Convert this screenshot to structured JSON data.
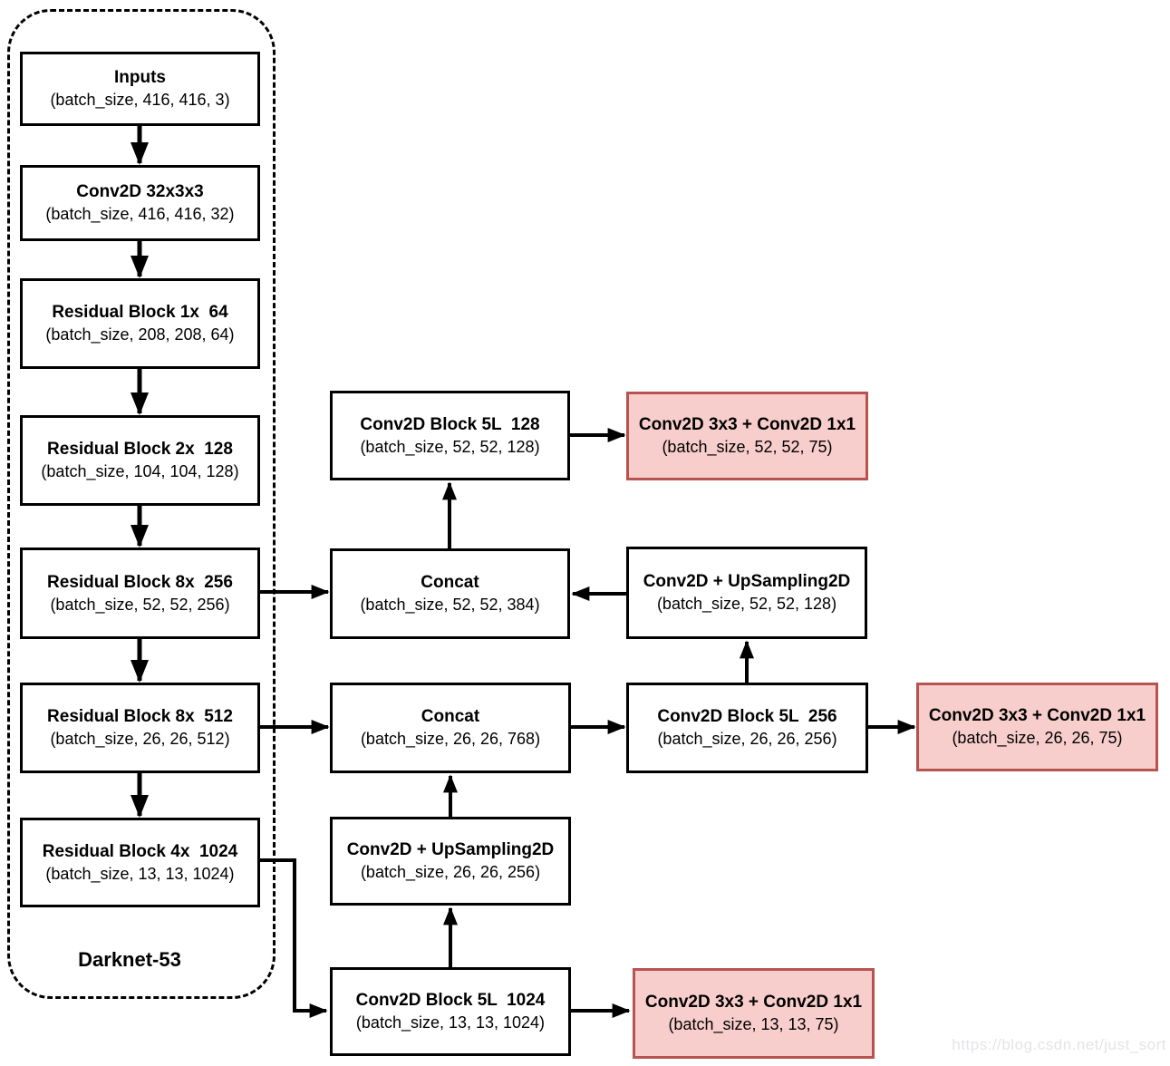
{
  "diagram": {
    "container_label": "Darknet-53",
    "watermark": "https://blog.csdn.net/just_sort",
    "colors": {
      "node_fill": "#ffffff",
      "node_border": "#000000",
      "head_fill": "#f8cecc",
      "head_border": "#b85450",
      "wire": "#000000"
    },
    "nodes": {
      "inputs": {
        "title": "Inputs",
        "shape": "(batch_size, 416, 416, 3)"
      },
      "conv32": {
        "title": "Conv2D 32x3x3",
        "shape": "(batch_size, 416, 416, 32)"
      },
      "res64": {
        "title": "Residual Block 1x  64",
        "shape": "(batch_size, 208, 208, 64)"
      },
      "res128": {
        "title": "Residual Block 2x  128",
        "shape": "(batch_size, 104, 104, 128)"
      },
      "res256": {
        "title": "Residual Block 8x  256",
        "shape": "(batch_size, 52, 52, 256)"
      },
      "res512": {
        "title": "Residual Block 8x  512",
        "shape": "(batch_size, 26, 26, 512)"
      },
      "res1024": {
        "title": "Residual Block 4x  1024",
        "shape": "(batch_size, 13, 13, 1024)"
      },
      "block5l_128": {
        "title": "Conv2D Block 5L  128",
        "shape": "(batch_size, 52, 52, 128)"
      },
      "concat52": {
        "title": "Concat",
        "shape": "(batch_size, 52, 52, 384)"
      },
      "up52": {
        "title": "Conv2D + UpSampling2D",
        "shape": "(batch_size, 52, 52, 128)"
      },
      "concat26": {
        "title": "Concat",
        "shape": "(batch_size, 26, 26, 768)"
      },
      "block5l_256": {
        "title": "Conv2D Block 5L  256",
        "shape": "(batch_size, 26, 26, 256)"
      },
      "up26": {
        "title": "Conv2D + UpSampling2D",
        "shape": "(batch_size, 26, 26, 256)"
      },
      "block5l_1024": {
        "title": "Conv2D Block 5L  1024",
        "shape": "(batch_size, 13, 13, 1024)"
      },
      "head52": {
        "title": "Conv2D 3x3 + Conv2D 1x1",
        "shape": "(batch_size, 52, 52, 75)"
      },
      "head26": {
        "title": "Conv2D 3x3 + Conv2D 1x1",
        "shape": "(batch_size, 26, 26, 75)"
      },
      "head13": {
        "title": "Conv2D 3x3 + Conv2D 1x1",
        "shape": "(batch_size, 13, 13, 75)"
      }
    }
  }
}
